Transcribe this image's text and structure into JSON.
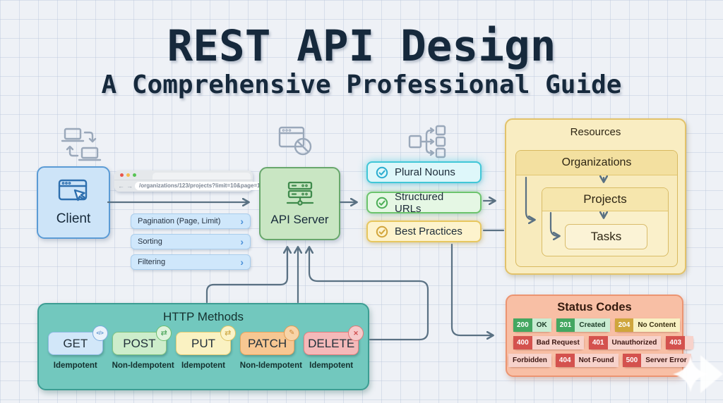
{
  "header": {
    "title": "REST API Design",
    "subtitle": "A Comprehensive Professional Guide"
  },
  "client": {
    "label": "Client",
    "icon": "browser-cursor-icon"
  },
  "browser_bar": {
    "url": "/organizations/123/projects?limit=10&page=1"
  },
  "query_pills": [
    {
      "label": "Pagination (Page, Limit)"
    },
    {
      "label": "Sorting"
    },
    {
      "label": "Filtering"
    }
  ],
  "api_server": {
    "label": "API Server",
    "icon": "server-stack-icon"
  },
  "principles": [
    {
      "label": "Plural Nouns",
      "icon": "check-circle-icon",
      "accent": "#41c7d7"
    },
    {
      "label": "Structured URLs",
      "icon": "check-circle-icon",
      "accent": "#6cc46d"
    },
    {
      "label": "Best Practices",
      "icon": "check-circle-icon",
      "accent": "#e7c75f"
    }
  ],
  "resources": {
    "title": "Resources",
    "level1": "Organizations",
    "level2": "Projects",
    "level3": "Tasks"
  },
  "http_methods": {
    "title": "HTTP Methods",
    "methods": [
      {
        "name": "GET",
        "tag": "Idempotent",
        "icon": "code-icon",
        "accent": "#8fbbe4"
      },
      {
        "name": "POST",
        "tag": "Non-Idempotent",
        "icon": "swap-icon",
        "accent": "#82c583"
      },
      {
        "name": "PUT",
        "tag": "Idempotent",
        "icon": "swap-icon",
        "accent": "#e4cf78"
      },
      {
        "name": "PATCH",
        "tag": "Non-Idempotent",
        "icon": "pencil-icon",
        "accent": "#e8a55f"
      },
      {
        "name": "DELETE",
        "tag": "Idempotent",
        "icon": "x-icon",
        "accent": "#e57f7f"
      }
    ]
  },
  "status_codes": {
    "title": "Status Codes",
    "rows": [
      [
        {
          "code": "200",
          "label": "OK",
          "type": "success"
        },
        {
          "code": "201",
          "label": "Created",
          "type": "success"
        },
        {
          "code": "204",
          "label": "No Content",
          "type": "warning"
        }
      ],
      [
        {
          "code": "400",
          "label": "Bad Request",
          "type": "error"
        },
        {
          "code": "401",
          "label": "Unauthorized",
          "type": "error"
        },
        {
          "code": "403",
          "label": "",
          "type": "error"
        }
      ],
      [
        {
          "code": "",
          "label": "Forbidden",
          "type": "error"
        },
        {
          "code": "404",
          "label": "Not Found",
          "type": "error"
        },
        {
          "code": "500",
          "label": "Server Error",
          "type": "error"
        }
      ]
    ]
  },
  "colors": {
    "background": "#eef1f6",
    "grid_line": "#c7d2e2",
    "title_text": "#16293c",
    "connector": "#5a7183",
    "client_fill": "#cde4f8",
    "client_border": "#5b9bd5",
    "api_fill": "#c9e6c3",
    "api_border": "#68a76c",
    "resources_fill": "#f9edc2",
    "resources_border": "#e2c26a",
    "methods_fill": "#72c8be",
    "methods_border": "#3d9d93",
    "status_fill": "#f8bfa5",
    "status_border": "#ec9471"
  }
}
